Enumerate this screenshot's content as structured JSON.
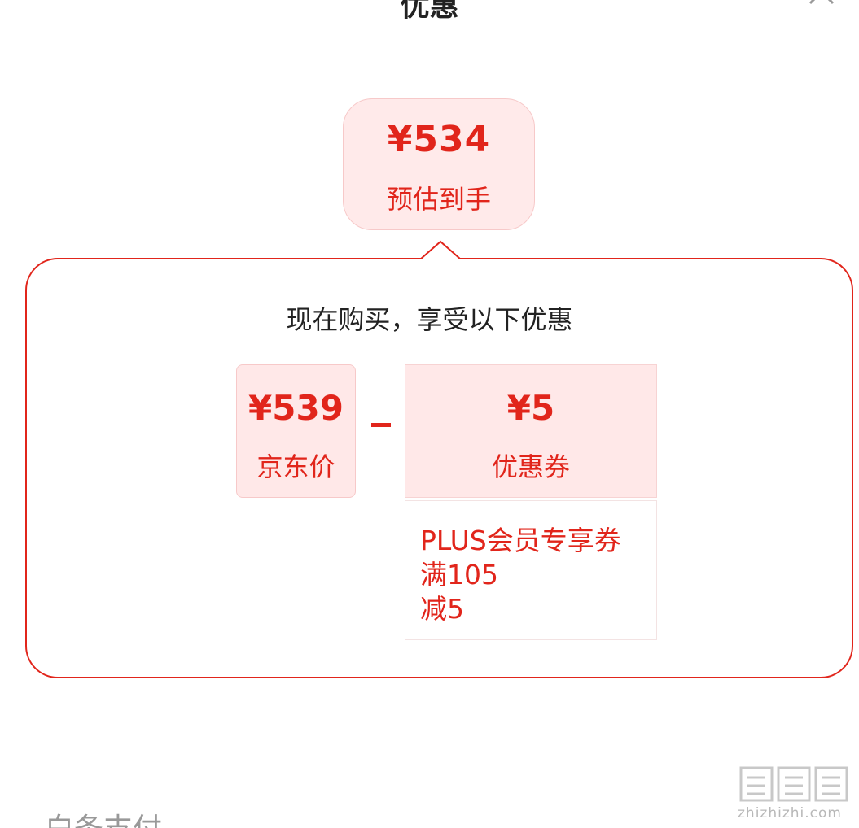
{
  "header": {
    "title": "优惠"
  },
  "estimate": {
    "price": "¥534",
    "label": "预估到手"
  },
  "panel": {
    "subtitle": "现在购买，享受以下优惠",
    "jd_price": {
      "amount": "¥539",
      "label": "京东价"
    },
    "operator": "−",
    "coupon": {
      "amount": "¥5",
      "label": "优惠券",
      "detail_lines": [
        "PLUS会员专享券",
        "满105",
        "减5"
      ]
    }
  },
  "footer": {
    "section_title": "白条支付"
  },
  "watermark": {
    "site": "zhizhizhi.com"
  },
  "colors": {
    "accent": "#e1251b",
    "card_bg": "#ffe8e8"
  }
}
